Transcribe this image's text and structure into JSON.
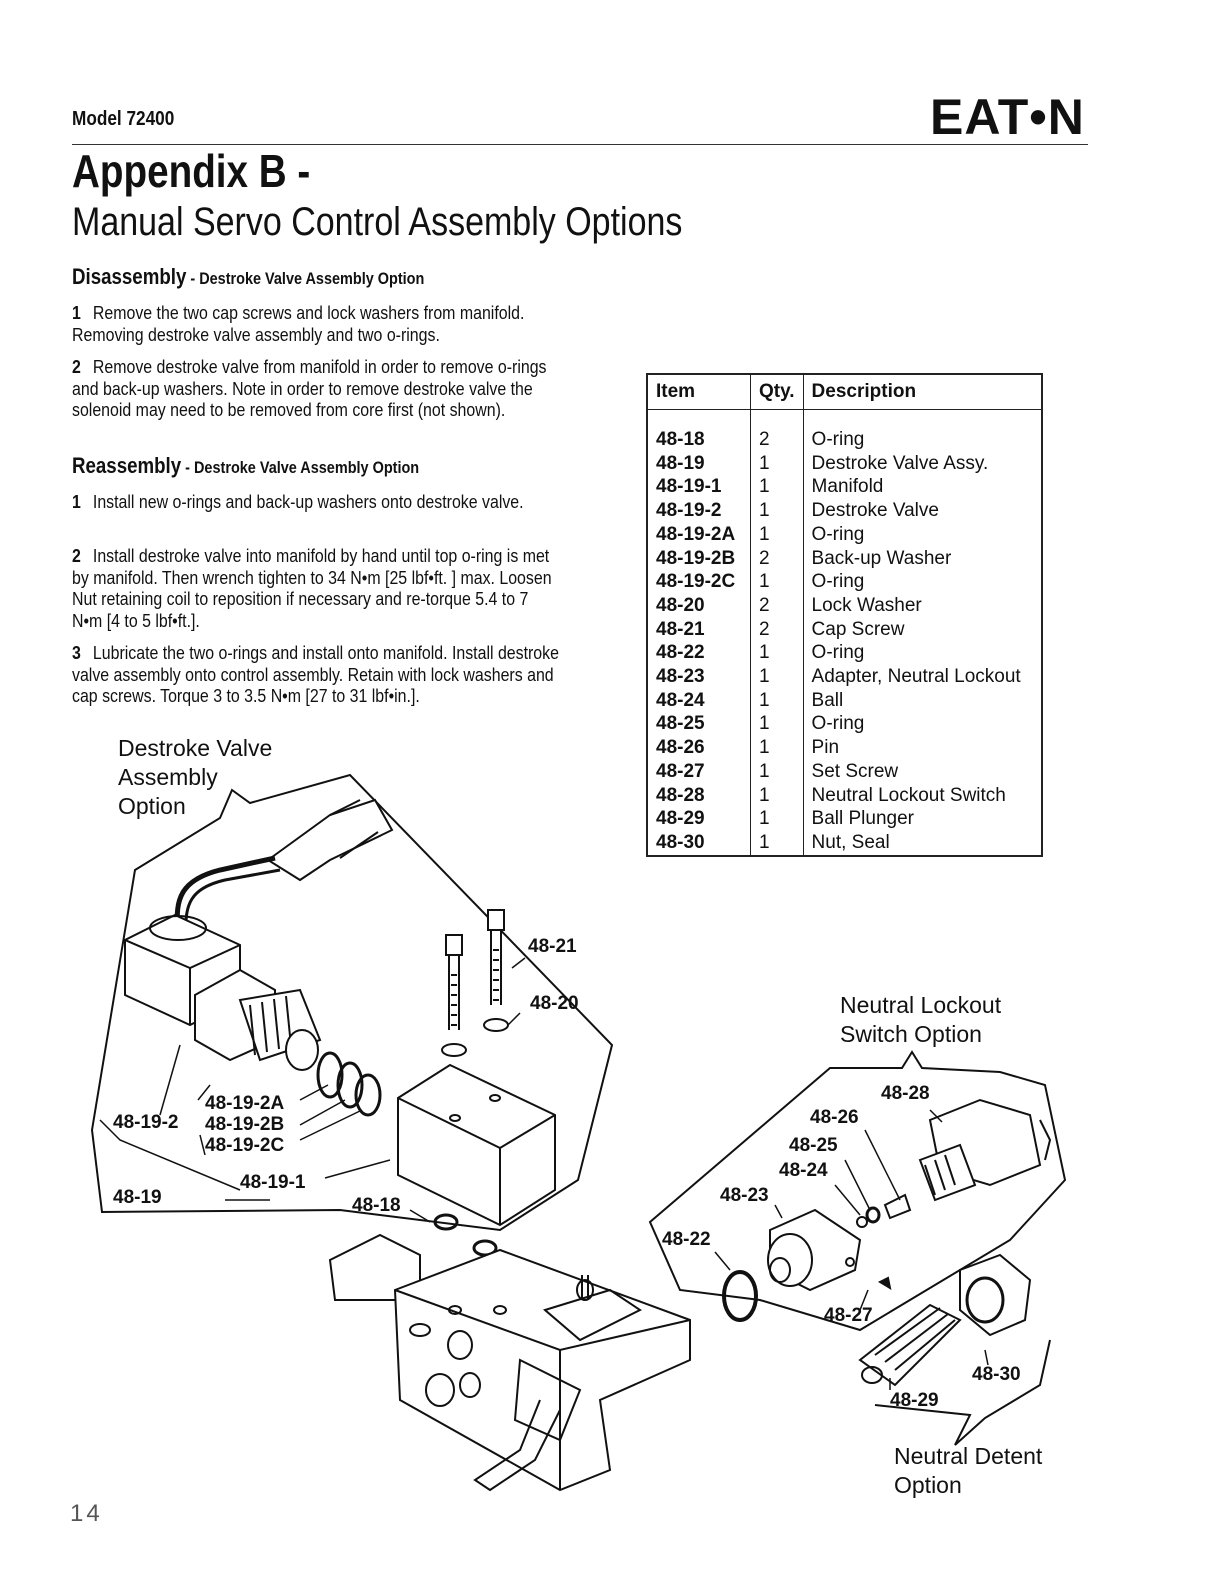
{
  "header": {
    "model": "Model 72400",
    "logo_text": "EAT•N",
    "title": "Appendix B -",
    "subtitle": "Manual Servo Control Assembly Options"
  },
  "disassembly": {
    "heading": "Disassembly",
    "subheading": " - Destroke Valve Assembly Option",
    "steps": [
      {
        "num": "1",
        "text": "Remove the two cap screws and lock washers from manifold. Removing destroke valve assembly and two o-rings."
      },
      {
        "num": "2",
        "text": "Remove destroke valve from manifold in order to remove o-rings and back-up washers. Note in order to remove destroke valve the solenoid may need to be removed from core first (not shown)."
      }
    ]
  },
  "reassembly": {
    "heading": "Reassembly",
    "subheading": " - Destroke Valve Assembly Option",
    "steps": [
      {
        "num": "1",
        "text": "Install new o-rings and back-up washers onto destroke valve."
      },
      {
        "num": "2",
        "text": "Install destroke valve into manifold by hand until top o-ring is met by manifold. Then wrench tighten to 34 N•m [25 lbf•ft. ] max. Loosen Nut retaining coil to reposition if necessary and re-torque 5.4 to 7 N•m [4 to 5 lbf•ft.]."
      },
      {
        "num": "3",
        "text": "Lubricate the two o-rings and install onto manifold. Install destroke valve assembly onto control assembly. Retain with lock washers and cap screws. Torque 3 to 3.5 N•m [27 to 31 lbf•in.]."
      }
    ]
  },
  "parts_table": {
    "headers": [
      "Item",
      "Qty.",
      "Description"
    ],
    "rows": [
      [
        "48-18",
        "2",
        "O-ring"
      ],
      [
        "48-19",
        "1",
        "Destroke Valve Assy."
      ],
      [
        "48-19-1",
        "1",
        "Manifold"
      ],
      [
        "48-19-2",
        "1",
        "Destroke Valve"
      ],
      [
        "48-19-2A",
        "1",
        "O-ring"
      ],
      [
        "48-19-2B",
        "2",
        "Back-up Washer"
      ],
      [
        "48-19-2C",
        "1",
        "O-ring"
      ],
      [
        "48-20",
        "2",
        "Lock Washer"
      ],
      [
        "48-21",
        "2",
        "Cap Screw"
      ],
      [
        "48-22",
        "1",
        "O-ring"
      ],
      [
        "48-23",
        "1",
        "Adapter, Neutral Lockout"
      ],
      [
        "48-24",
        "1",
        "Ball"
      ],
      [
        "48-25",
        "1",
        "O-ring"
      ],
      [
        "48-26",
        "1",
        "Pin"
      ],
      [
        "48-27",
        "1",
        "Set Screw"
      ],
      [
        "48-28",
        "1",
        "Neutral Lockout Switch"
      ],
      [
        "48-29",
        "1",
        "Ball Plunger"
      ],
      [
        "48-30",
        "1",
        "Nut, Seal"
      ]
    ]
  },
  "diagram": {
    "destroke_label": [
      "Destroke Valve",
      "Assembly",
      "Option"
    ],
    "neutral_lockout_label": [
      "Neutral Lockout",
      "Switch Option"
    ],
    "neutral_detent_label": [
      "Neutral Detent",
      "Option"
    ],
    "callouts": {
      "c48_21": "48-21",
      "c48_20": "48-20",
      "c48_19_2A": "48-19-2A",
      "c48_19_2": "48-19-2",
      "c48_19_2B": "48-19-2B",
      "c48_19_2C": "48-19-2C",
      "c48_19": "48-19",
      "c48_19_1": "48-19-1",
      "c48_18": "48-18",
      "c48_28": "48-28",
      "c48_26": "48-26",
      "c48_25": "48-25",
      "c48_24": "48-24",
      "c48_23": "48-23",
      "c48_22": "48-22",
      "c48_27": "48-27",
      "c48_30": "48-30",
      "c48_29": "48-29"
    }
  },
  "page_number": "14"
}
